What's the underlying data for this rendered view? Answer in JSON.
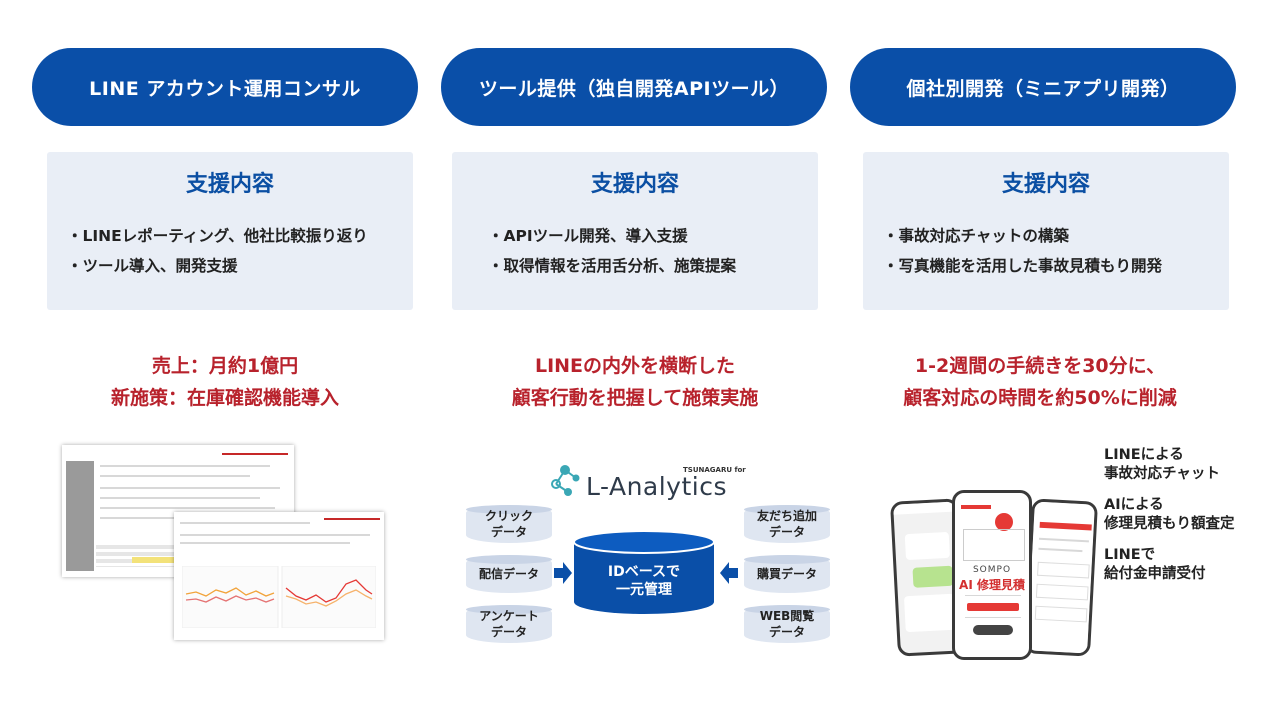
{
  "columns": [
    {
      "header": "LINE アカウント運用コンサル",
      "box_title": "支援内容",
      "items": [
        "・LINEレポーティング、他社比較振り返り",
        "・ツール導入、開発支援"
      ],
      "result_lines": [
        "売上：月約1億円",
        "新施策：在庫確認機能導入"
      ]
    },
    {
      "header": "ツール提供（独自開発APIツール）",
      "box_title": "支援内容",
      "items": [
        "・APIツール開発、導入支援",
        "・取得情報を活用舌分析、施策提案"
      ],
      "result_lines": [
        "LINEの内外を横断した",
        "顧客行動を把握して施策実施"
      ]
    },
    {
      "header": "個社別開発（ミニアプリ開発）",
      "box_title": "支援内容",
      "items": [
        "・事故対応チャットの構築",
        "・写真機能を活用した事故見積もり開発"
      ],
      "result_lines": [
        "1-2週間の手続きを30分に、",
        "顧客対応の時間を約50%に削減"
      ]
    }
  ],
  "analytics": {
    "logo_text": "L-Analytics",
    "logo_sub": "TSUNAGARU for",
    "center_line1": "IDベースで",
    "center_line2": "一元管理",
    "left_sources": [
      {
        "line1": "クリック",
        "line2": "データ"
      },
      {
        "line1": "配信データ",
        "line2": ""
      },
      {
        "line1": "アンケート",
        "line2": "データ"
      }
    ],
    "right_sources": [
      {
        "line1": "友だち追加",
        "line2": "データ"
      },
      {
        "line1": "購買データ",
        "line2": ""
      },
      {
        "line1": "WEB閲覧",
        "line2": "データ"
      }
    ]
  },
  "app_features": [
    {
      "line1": "LINEによる",
      "line2": "事故対応チャット"
    },
    {
      "line1": "AIによる",
      "line2": "修理見積もり額査定"
    },
    {
      "line1": "LINEで",
      "line2": "給付金申請受付"
    }
  ],
  "phone_screen": {
    "brand": "SOMPO",
    "title": "AI 修理見積"
  },
  "colors": {
    "header_blue": "#0a4fa8",
    "box_bg": "#e9eef6",
    "title_blue": "#0b4fa3",
    "result_red": "#b8222c",
    "analytics_teal": "#3aa7b5"
  }
}
